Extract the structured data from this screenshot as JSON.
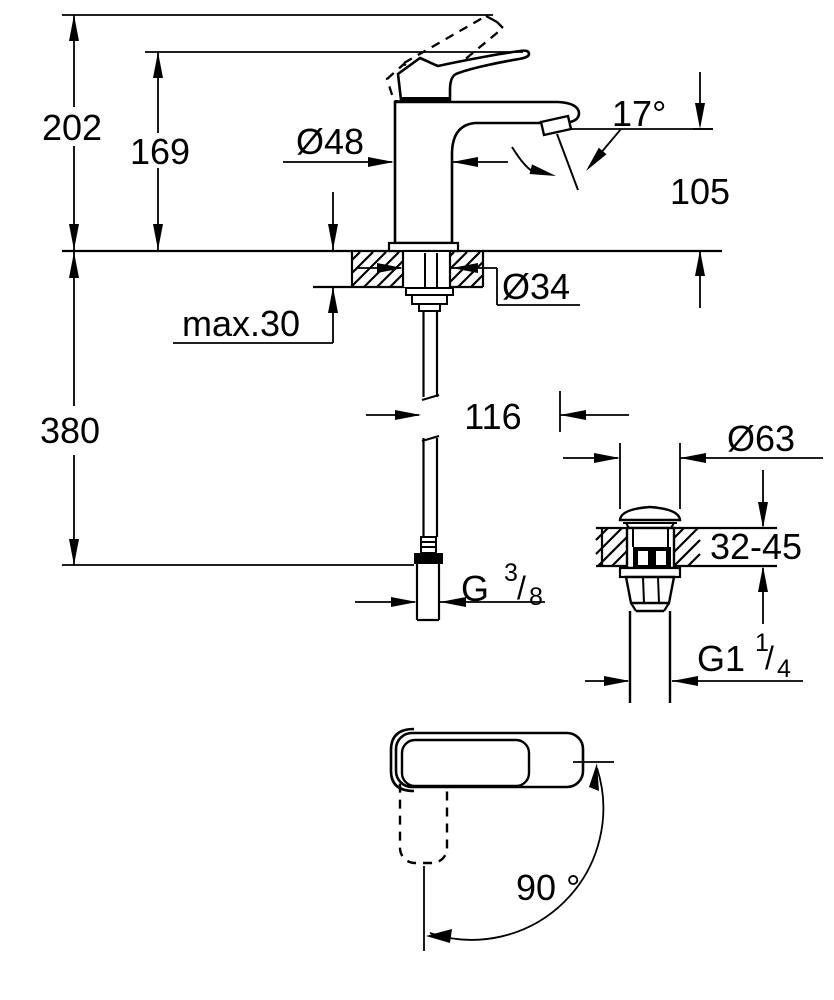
{
  "drawing": {
    "background": "#ffffff",
    "line_color": "#000000",
    "type": "technical dimension drawing of a single-lever basin mixer faucet with pop-up waste drain"
  },
  "dimensions": {
    "overall_height": "202",
    "lever_tip_height": "169",
    "body_diameter": "Ø48",
    "spout_angle": "17°",
    "outlet_height": "105",
    "deck_max_thickness": "max.30",
    "shank_diameter": "Ø34",
    "supply_length": "380",
    "supply_offset": "116",
    "drain_flange_diameter": "Ø63",
    "drain_deck_range": "32-45",
    "handle_swivel_angle": "90 °",
    "supply_thread": {
      "main": "G",
      "sup": "3",
      "slash": "/",
      "sub": "8"
    },
    "drain_thread": {
      "main": "G1",
      "sup": "1",
      "slash": "/",
      "sub": "4"
    }
  }
}
